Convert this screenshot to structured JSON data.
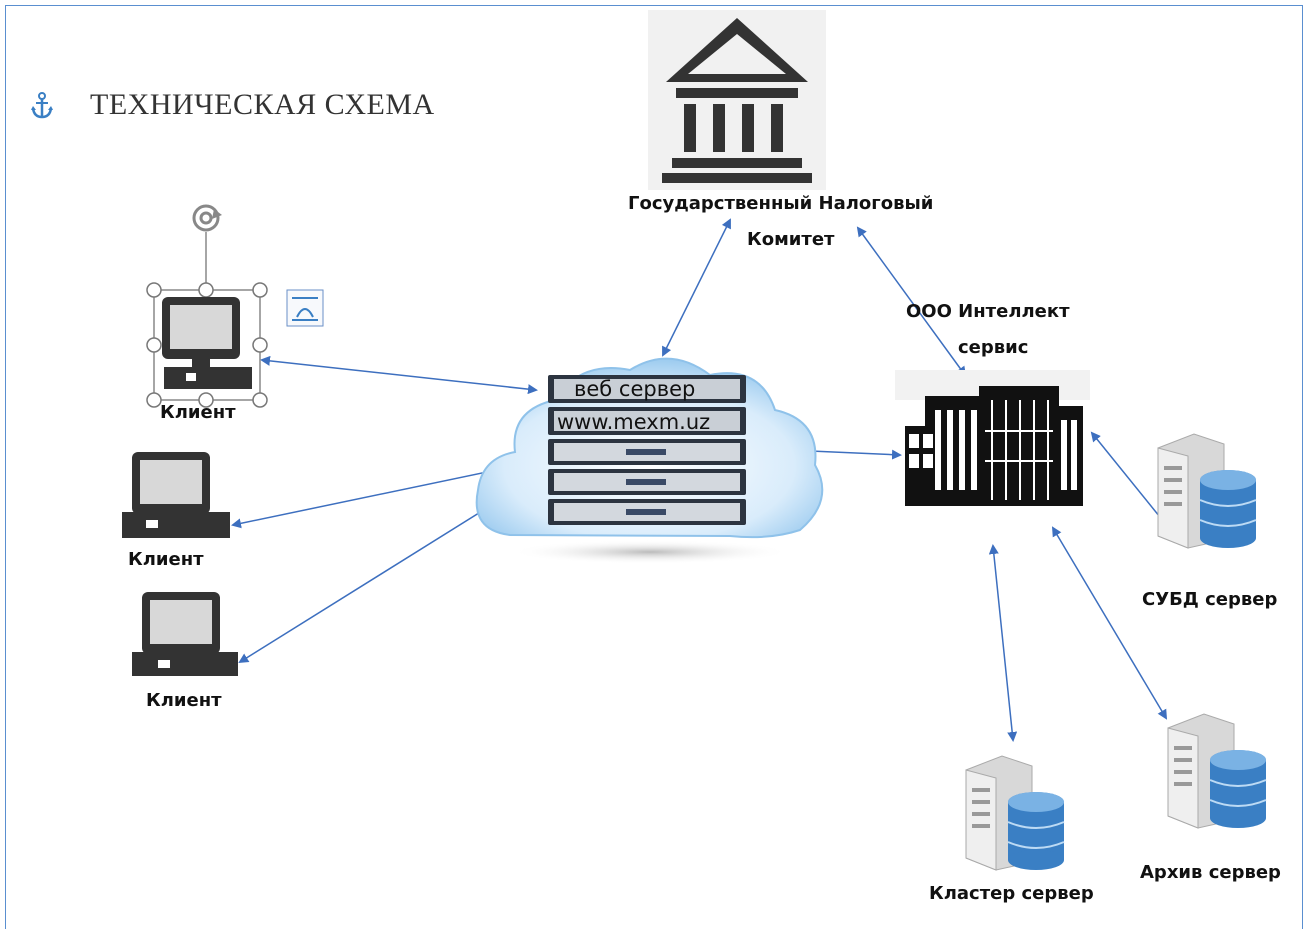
{
  "diagram": {
    "title": "ТЕХНИЧЕСКАЯ СХЕМА",
    "tax_committee": {
      "line1": "Государственный Налоговый",
      "line2": "Комитет"
    },
    "company": {
      "line1": "ООО Интеллект",
      "line2": "сервис"
    },
    "web_server": {
      "line1": "веб сервер",
      "line2": "www.mexm.uz"
    },
    "clients": [
      "Клиент",
      "Клиент",
      "Клиент"
    ],
    "dbms_server": "СУБД сервер",
    "archive_server": "Архив сервер",
    "cluster_server": "Кластер сервер"
  },
  "colors": {
    "frame": "#5a8fd0",
    "arrow": "#3d6fbf",
    "db_blue": "#3a7fc4"
  },
  "icons": [
    "anchor-icon",
    "government-building-icon",
    "computer-icon",
    "cloud-icon",
    "server-rack-icon",
    "office-building-icon",
    "database-server-icon",
    "rotate-handle-icon",
    "layout-options-icon"
  ]
}
